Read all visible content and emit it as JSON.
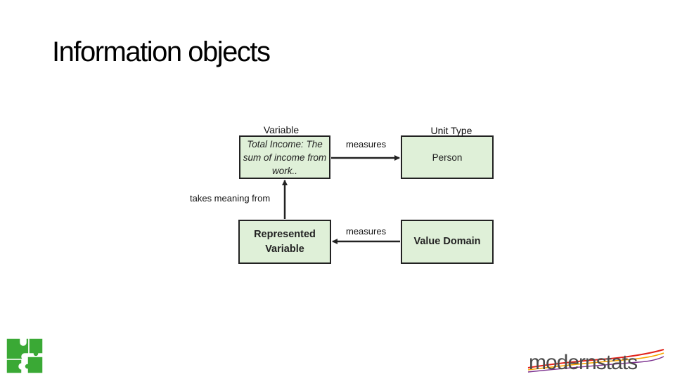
{
  "title": "Information objects",
  "nodes": {
    "variable": {
      "header": "Variable",
      "text": "Total Income: The sum of income from work.."
    },
    "unit_type": {
      "header": "Unit Type",
      "text": "Person"
    },
    "represented_variable": {
      "text": "Represented Variable"
    },
    "value_domain": {
      "text": "Value Domain"
    }
  },
  "edges": {
    "measures_top": "measures",
    "measures_bottom": "measures",
    "takes_meaning_from": "takes meaning from"
  },
  "colors": {
    "box_fill": "#dff0d8",
    "box_border": "#222222",
    "logo_green": "#3aa935",
    "logo_text": "#4a4a4a"
  },
  "logo": {
    "text": "modernstats",
    "icon": "puzzle-icon"
  }
}
